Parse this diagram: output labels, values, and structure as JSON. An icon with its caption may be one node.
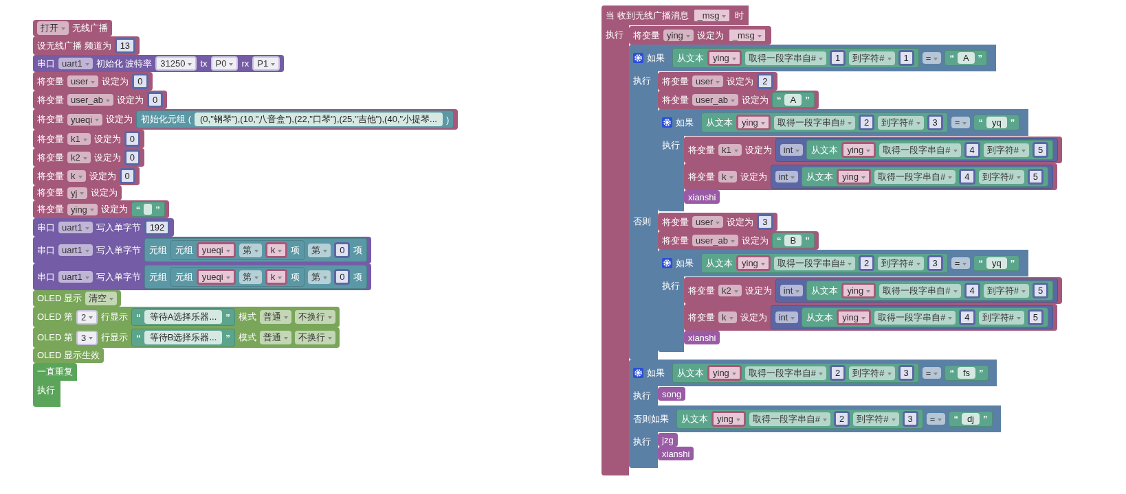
{
  "diagram": {
    "nodes": [
      {
        "text": [
          "打开",
          "无线广播"
        ]
      },
      {
        "text": [
          "设无线广播 频道为",
          "13"
        ]
      },
      {
        "text": [
          "串口",
          "uart1",
          "初始化 波特率",
          "31250",
          "tx",
          "P0",
          "rx",
          "P1"
        ]
      },
      {
        "text": [
          "将变量",
          "user",
          "设定为",
          "0"
        ]
      },
      {
        "text": [
          "将变量",
          "user_ab",
          "设定为",
          "0"
        ]
      },
      {
        "text": [
          "将变量",
          "yueqi",
          "设定为"
        ]
      },
      {
        "text": [
          "初始化元组 (",
          "(0,\"钢琴\"),(10,\"八音盒\"),(22,\"口琴\"),(25,\"吉他\"),(40,\"小提琴...",
          ")"
        ],
        "in": 5
      },
      {
        "text": [
          "将变量",
          "k1",
          "设定为",
          "0"
        ]
      },
      {
        "text": [
          "将变量",
          "k2",
          "设定为",
          "0"
        ]
      },
      {
        "text": [
          "将变量",
          "k",
          "设定为",
          "0"
        ]
      },
      {
        "text": [
          "将变量",
          "yj",
          "设定为"
        ]
      },
      {
        "text": [
          "将变量",
          "ying",
          "设定为"
        ]
      },
      {
        "text": [
          "“",
          "”"
        ],
        "in": 11
      },
      {
        "text": [
          "串口",
          "uart1",
          "写入单字节",
          "192"
        ]
      },
      {
        "text": [
          "串口",
          "uart1",
          "写入单字节"
        ]
      },
      {
        "text": [
          "元组",
          "第",
          "0",
          "项"
        ],
        "in": 14
      },
      {
        "text": [
          "元组",
          "yueqi",
          "第",
          "k",
          "项"
        ],
        "in": 15
      },
      {
        "text": [
          "串口",
          "uart1",
          "写入单字节"
        ]
      },
      {
        "text": [
          "元组",
          "第",
          "0",
          "项"
        ],
        "in": 17
      },
      {
        "text": [
          "元组",
          "yueqi",
          "第",
          "k",
          "项"
        ],
        "in": 18
      },
      {
        "text": [
          "OLED 显示",
          "清空"
        ]
      },
      {
        "text": [
          "OLED 第",
          "2",
          "行显示",
          "模式",
          "普通",
          "不换行"
        ]
      },
      {
        "text": [
          "“",
          "等待A选择乐器...",
          "”"
        ],
        "in": 21
      },
      {
        "text": [
          "OLED 第",
          "3",
          "行显示",
          "模式",
          "普通",
          "不换行"
        ]
      },
      {
        "text": [
          "“",
          "等待B选择乐器...",
          "”"
        ],
        "in": 23
      },
      {
        "text": [
          "OLED 显示生效"
        ]
      },
      {
        "text": [
          "一直重复",
          "执行"
        ]
      },
      {
        "text": [
          "当 收到无线广播消息",
          "_msg",
          "时",
          "执行"
        ]
      },
      {
        "text": [
          "将变量",
          "ying",
          "设定为",
          "_msg"
        ],
        "in": 27
      },
      {
        "text": [
          "如果",
          "执行",
          "否则"
        ],
        "in": 27
      },
      {
        "text": [
          "="
        ],
        "in": 29
      },
      {
        "text": [
          "从文本",
          "ying",
          "取得一段字串自#",
          "1",
          "到字符#",
          "1"
        ],
        "in": 30
      },
      {
        "text": [
          "“",
          "A",
          "”"
        ],
        "in": 30
      },
      {
        "text": [
          "将变量",
          "user",
          "设定为",
          "2"
        ],
        "in": 29
      },
      {
        "text": [
          "将变量",
          "user_ab",
          "设定为"
        ],
        "in": 29
      },
      {
        "text": [
          "“",
          "A",
          "”"
        ],
        "in": 34
      },
      {
        "text": [
          "如果",
          "执行"
        ],
        "in": 29
      },
      {
        "text": [
          "="
        ],
        "in": 36
      },
      {
        "text": [
          "从文本",
          "ying",
          "取得一段字串自#",
          "2",
          "到字符#",
          "3"
        ],
        "in": 37
      },
      {
        "text": [
          "“",
          "yq",
          "”"
        ],
        "in": 37
      },
      {
        "text": [
          "将变量",
          "k1",
          "设定为"
        ],
        "in": 36
      },
      {
        "text": [
          "int"
        ],
        "in": 40
      },
      {
        "text": [
          "从文本",
          "ying",
          "取得一段字串自#",
          "4",
          "到字符#",
          "5"
        ],
        "in": 41
      },
      {
        "text": [
          "将变量",
          "k",
          "设定为"
        ],
        "in": 36
      },
      {
        "text": [
          "int"
        ],
        "in": 43
      },
      {
        "text": [
          "从文本",
          "ying",
          "取得一段字串自#",
          "4",
          "到字符#",
          "5"
        ],
        "in": 44
      },
      {
        "text": [
          "xianshi"
        ],
        "in": 36
      },
      {
        "text": [
          "将变量",
          "user",
          "设定为",
          "3"
        ],
        "in": 29
      },
      {
        "text": [
          "将变量",
          "user_ab",
          "设定为"
        ],
        "in": 29
      },
      {
        "text": [
          "“",
          "B",
          "”"
        ],
        "in": 48
      },
      {
        "text": [
          "如果",
          "执行"
        ],
        "in": 29
      },
      {
        "text": [
          "="
        ],
        "in": 50
      },
      {
        "text": [
          "从文本",
          "ying",
          "取得一段字串自#",
          "2",
          "到字符#",
          "3"
        ],
        "in": 51
      },
      {
        "text": [
          "“",
          "yq",
          "”"
        ],
        "in": 51
      },
      {
        "text": [
          "将变量",
          "k2",
          "设定为"
        ],
        "in": 50
      },
      {
        "text": [
          "int"
        ],
        "in": 54
      },
      {
        "text": [
          "从文本",
          "ying",
          "取得一段字串自#",
          "4",
          "到字符#",
          "5"
        ],
        "in": 55
      },
      {
        "text": [
          "将变量",
          "k",
          "设定为"
        ],
        "in": 50
      },
      {
        "text": [
          "int"
        ],
        "in": 57
      },
      {
        "text": [
          "从文本",
          "ying",
          "取得一段字串自#",
          "4",
          "到字符#",
          "5"
        ],
        "in": 58
      },
      {
        "text": [
          "xianshi"
        ],
        "in": 50
      },
      {
        "text": [
          "如果",
          "执行",
          "否则如果",
          "执行"
        ],
        "in": 27
      },
      {
        "text": [
          "="
        ],
        "in": 61
      },
      {
        "text": [
          "从文本",
          "ying",
          "取得一段字串自#",
          "2",
          "到字符#",
          "3"
        ],
        "in": 62
      },
      {
        "text": [
          "“",
          "fs",
          "”"
        ],
        "in": 62
      },
      {
        "text": [
          "song"
        ],
        "in": 61
      },
      {
        "text": [
          "="
        ],
        "in": 61
      },
      {
        "text": [
          "从文本",
          "ying",
          "取得一段字串自#",
          "2",
          "到字符#",
          "3"
        ],
        "in": 66
      },
      {
        "text": [
          "“",
          "dj",
          "”"
        ],
        "in": 66
      },
      {
        "text": [
          "jzg"
        ],
        "in": 61
      },
      {
        "text": [
          "xianshi"
        ],
        "in": 61
      }
    ]
  }
}
